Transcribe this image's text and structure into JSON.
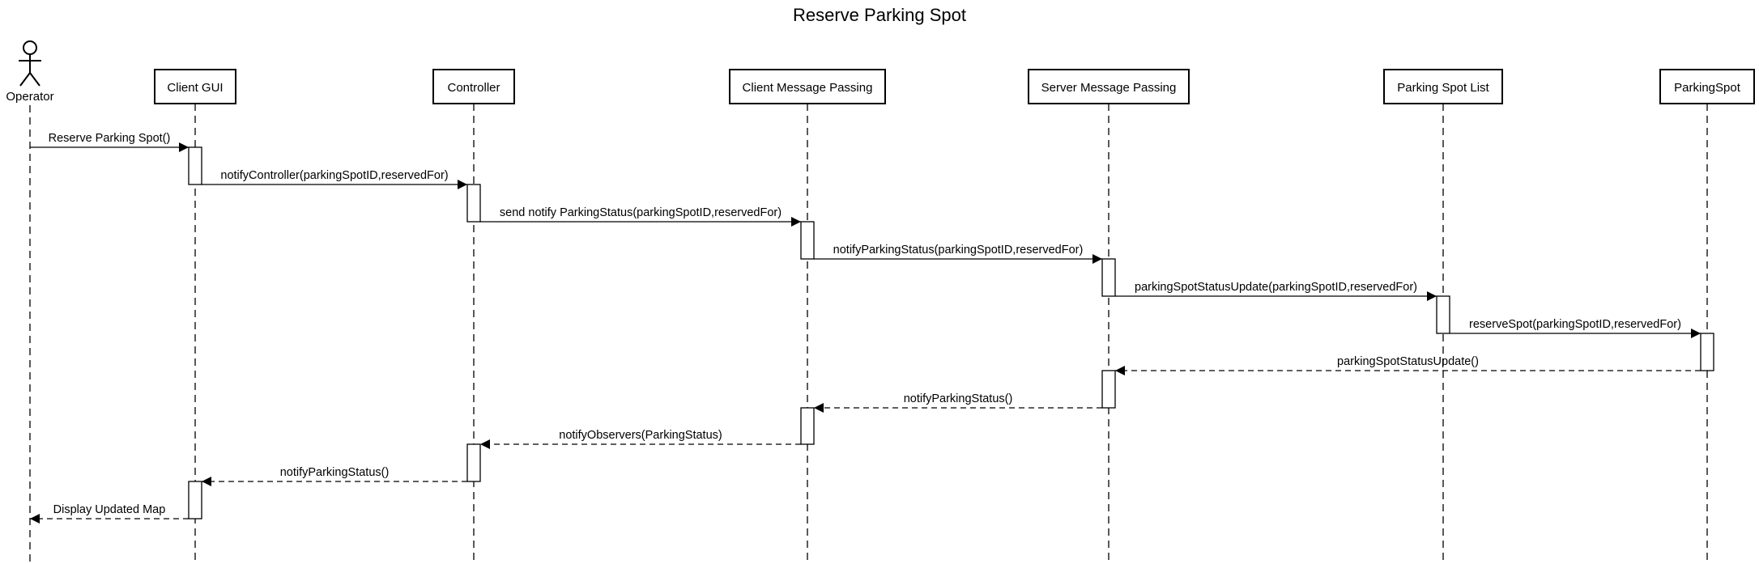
{
  "diagram": {
    "title": "Reserve Parking Spot",
    "actor": {
      "name": "Operator",
      "icon": "stick-figure-actor-icon"
    },
    "participants": [
      {
        "id": "client-gui",
        "label": "Client GUI"
      },
      {
        "id": "controller",
        "label": "Controller"
      },
      {
        "id": "client-message-passing",
        "label": "Client Message Passing"
      },
      {
        "id": "server-message-passing",
        "label": "Server Message Passing"
      },
      {
        "id": "parking-spot-list",
        "label": "Parking Spot List"
      },
      {
        "id": "parking-spot",
        "label": "ParkingSpot"
      }
    ],
    "messages": [
      {
        "from": "operator",
        "to": "client-gui",
        "label": "Reserve Parking Spot()",
        "style": "sync"
      },
      {
        "from": "client-gui",
        "to": "controller",
        "label": "notifyController(parkingSpotID,reservedFor)",
        "style": "sync"
      },
      {
        "from": "controller",
        "to": "client-message-passing",
        "label": "send notify ParkingStatus(parkingSpotID,reservedFor)",
        "style": "sync"
      },
      {
        "from": "client-message-passing",
        "to": "server-message-passing",
        "label": "notifyParkingStatus(parkingSpotID,reservedFor)",
        "style": "sync"
      },
      {
        "from": "server-message-passing",
        "to": "parking-spot-list",
        "label": "parkingSpotStatusUpdate(parkingSpotID,reservedFor)",
        "style": "sync"
      },
      {
        "from": "parking-spot-list",
        "to": "parking-spot",
        "label": "reserveSpot(parkingSpotID,reservedFor)",
        "style": "sync"
      },
      {
        "from": "parking-spot",
        "to": "server-message-passing",
        "label": "parkingSpotStatusUpdate()",
        "style": "return"
      },
      {
        "from": "server-message-passing",
        "to": "client-message-passing",
        "label": "notifyParkingStatus()",
        "style": "return"
      },
      {
        "from": "client-message-passing",
        "to": "controller",
        "label": "notifyObservers(ParkingStatus)",
        "style": "return"
      },
      {
        "from": "controller",
        "to": "client-gui",
        "label": "notifyParkingStatus()",
        "style": "return"
      },
      {
        "from": "client-gui",
        "to": "operator",
        "label": "Display Updated Map",
        "style": "return"
      }
    ]
  }
}
